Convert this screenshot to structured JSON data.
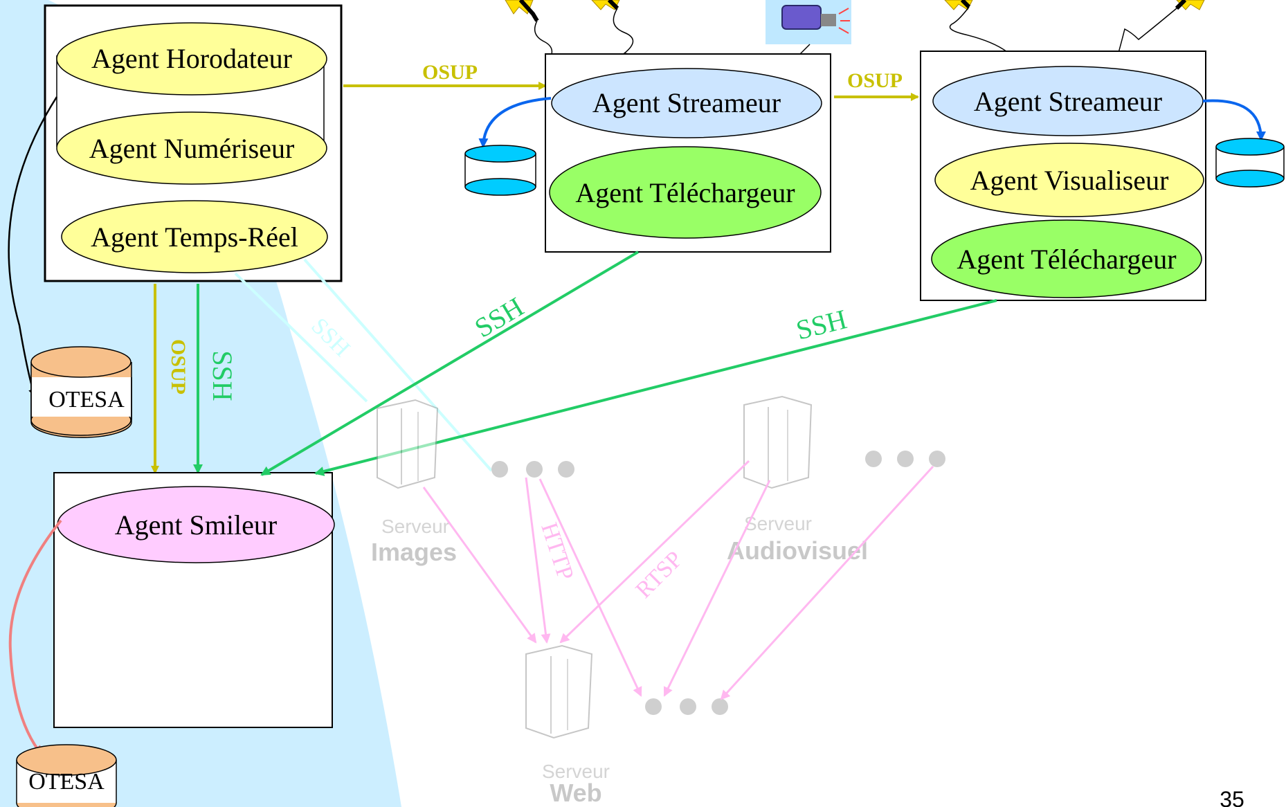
{
  "agents": {
    "horodateur": "Agent Horodateur",
    "numeriseur": "Agent Numériseur",
    "temps_reel": "Agent Temps-Réel",
    "streameur_1": "Agent Streameur",
    "telechargeur_1": "Agent Téléchargeur",
    "streameur_2": "Agent Streameur",
    "visualiseur": "Agent Visualiseur",
    "telechargeur_2": "Agent Téléchargeur",
    "smileur": "Agent Smileur"
  },
  "databases": {
    "otesa_top": "OTESA",
    "otesa_bottom": "OTESA"
  },
  "protocols": {
    "osup_top_1": "OSUP",
    "osup_top_2": "OSUP",
    "osup_vertical": "OSUP",
    "ssh_vertical": "SSH",
    "ssh_faded": "SSH",
    "ssh_middle": "SSH",
    "ssh_right": "SSH",
    "http": "HTTP",
    "rtsp": "RTSP"
  },
  "servers": {
    "images_caption": "Serveur",
    "images_name": "Images",
    "audiovisuel_caption": "Serveur",
    "audiovisuel_name": "Audiovisuel",
    "web_caption": "Serveur",
    "web_name": "Web"
  },
  "page_number": "35",
  "colors": {
    "background_blue": "#cceeff",
    "agent_yellow": "#ffff99",
    "agent_blue": "#cce5ff",
    "agent_green": "#99ff66",
    "agent_pink": "#ffccff",
    "db_orange": "#f7c08a",
    "db_cyan": "#00ccff",
    "osup_olive": "#c8c000",
    "ssh_green": "#22cc66",
    "faded_pink": "#ffb8f0",
    "faded_cyan": "#ccffff"
  }
}
